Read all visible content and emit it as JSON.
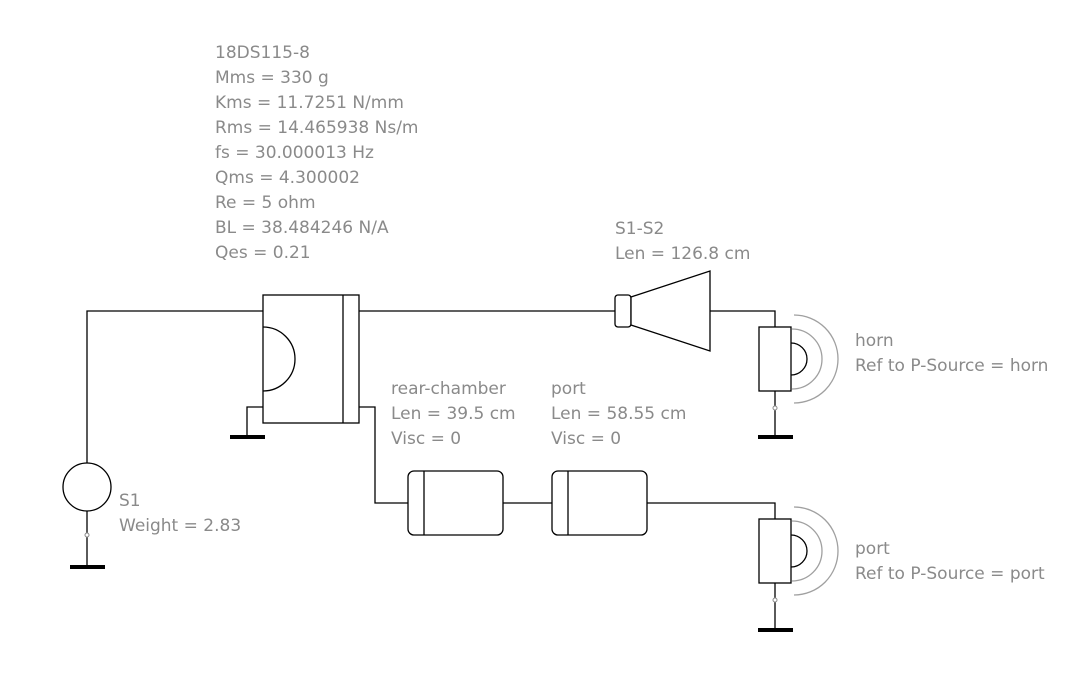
{
  "driver": {
    "name": "18DS115-8",
    "params": [
      "Mms = 330 g",
      "Kms = 11.7251 N/mm",
      "Rms = 14.465938 Ns/m",
      "fs = 30.000013 Hz",
      "Qms = 4.300002",
      "Re = 5 ohm",
      "BL = 38.484246 N/A",
      "Qes = 0.21"
    ]
  },
  "horn_duct": {
    "name": "S1-S2",
    "len": "Len = 126.8 cm"
  },
  "rear_chamber": {
    "name": "rear-chamber",
    "len": "Len = 39.5 cm",
    "visc": "Visc = 0"
  },
  "port_duct": {
    "name": "port",
    "len": "Len = 58.55 cm",
    "visc": "Visc = 0"
  },
  "source": {
    "name": "S1",
    "weight": "Weight = 2.83"
  },
  "horn_radiator": {
    "name": "horn",
    "ref": "Ref to P-Source = horn"
  },
  "port_radiator": {
    "name": "port",
    "ref": "Ref to P-Source = port"
  }
}
